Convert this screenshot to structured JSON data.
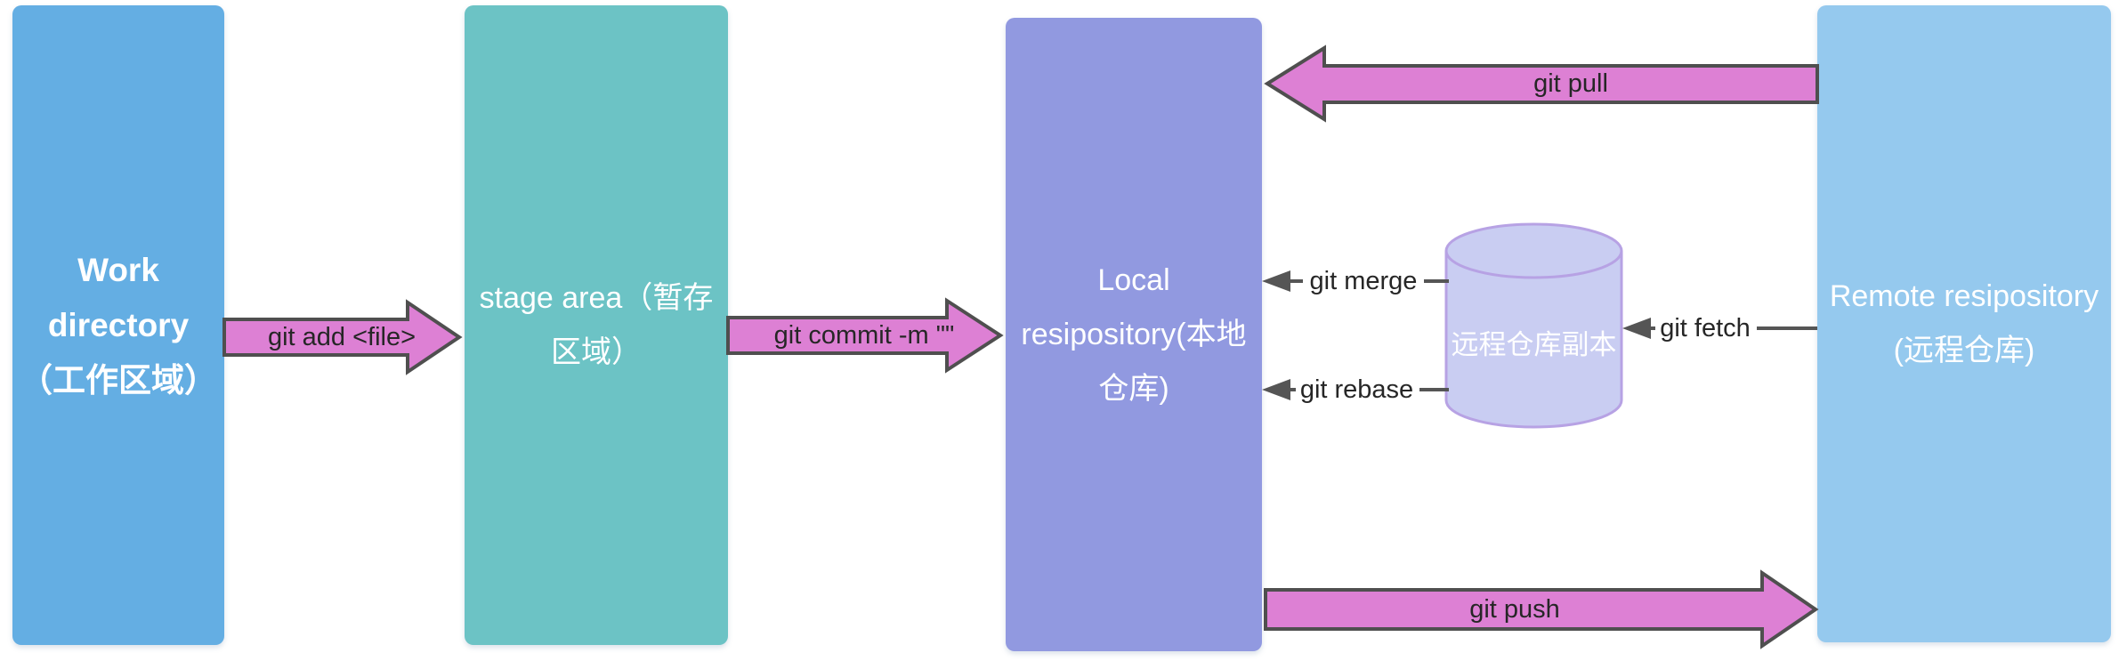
{
  "diagram": {
    "title_note": "git workflow diagram",
    "background": "#ffffff",
    "boxes": {
      "work": {
        "lines": [
          "Work",
          "directory",
          "（工作区域）"
        ],
        "color": "#64aee3"
      },
      "stage": {
        "lines": [
          "stage area（暂存",
          "区域）"
        ],
        "color": "#6cc3c5"
      },
      "local": {
        "lines": [
          "Local",
          "resipository(本地",
          "仓库)"
        ],
        "color": "#9199e0"
      },
      "remote": {
        "lines": [
          "Remote resipository",
          "(远程仓库)"
        ],
        "color": "#95c9ee"
      }
    },
    "arrows": {
      "add": {
        "label": "git add <file>",
        "from": "work",
        "to": "stage",
        "direction": "right",
        "style": "block"
      },
      "commit": {
        "label": "git commit -m \"\"",
        "from": "stage",
        "to": "local",
        "direction": "right",
        "style": "block"
      },
      "pull": {
        "label": "git pull",
        "from": "remote",
        "to": "local",
        "direction": "left",
        "style": "block"
      },
      "push": {
        "label": "git push",
        "from": "local",
        "to": "remote",
        "direction": "right",
        "style": "block"
      },
      "merge": {
        "label": "git merge",
        "from": "cylinder",
        "to": "local",
        "direction": "left",
        "style": "line"
      },
      "rebase": {
        "label": "git rebase",
        "from": "cylinder",
        "to": "local",
        "direction": "left",
        "style": "line"
      },
      "fetch": {
        "label": "git fetch",
        "from": "remote",
        "to": "cylinder",
        "direction": "left",
        "style": "line"
      }
    },
    "cylinder": {
      "label": "远程仓库副本",
      "fill": "#c9cdf2",
      "stroke": "#b7a2e4"
    },
    "colors": {
      "block_arrow_fill": "#dd80d4",
      "block_arrow_border": "#4f4f4f",
      "line_arrow_gray": "#555555",
      "arrow_text": "#262626",
      "box_text": "#ffffff"
    }
  }
}
